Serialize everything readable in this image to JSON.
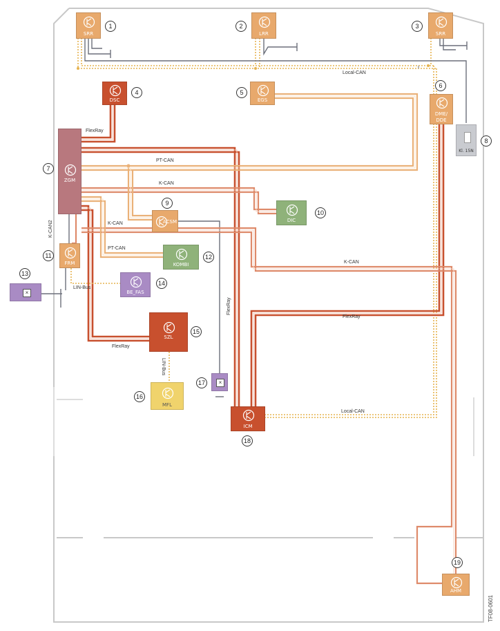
{
  "colors": {
    "orange_light": "#e8a96c",
    "red": "#c8502e",
    "green": "#8fb27a",
    "purple": "#a98bc4",
    "yellow": "#f0d36c",
    "mauve": "#b8787e",
    "grey": "#c9cbd0"
  },
  "modules": {
    "m1": {
      "label": "SRR"
    },
    "m2": {
      "label": "LRR"
    },
    "m3": {
      "label": "SRR"
    },
    "m4": {
      "label": "DSC"
    },
    "m5": {
      "label": "EGS"
    },
    "m6": {
      "label1": "DME/",
      "label2": "DDE"
    },
    "m7": {
      "label": "ZGM"
    },
    "m8": {
      "label": "Kl. 15N"
    },
    "m9": {
      "label": "ACSM"
    },
    "m10": {
      "label": "DIC"
    },
    "m11": {
      "label": "FRM"
    },
    "m12": {
      "label": "KOMBI"
    },
    "m13": {
      "label": ""
    },
    "m14": {
      "label": "BE_FAS"
    },
    "m15": {
      "label": "SZL"
    },
    "m16": {
      "label": "MFL"
    },
    "m17": {
      "label": ""
    },
    "m18": {
      "label": "ICM"
    },
    "m19": {
      "label": "AHM"
    }
  },
  "numbers": [
    "1",
    "2",
    "3",
    "4",
    "5",
    "6",
    "7",
    "8",
    "9",
    "10",
    "11",
    "12",
    "13",
    "14",
    "15",
    "16",
    "17",
    "18",
    "19"
  ],
  "bus_labels": {
    "local_can_top": "Local-CAN",
    "flexray_zgm": "FlexRay",
    "pt_can_1": "PT-CAN",
    "k_can_1": "K-CAN",
    "k_can2": "K-CAN2",
    "k_can_2": "K-CAN",
    "pt_can_2": "PT-CAN",
    "lin_bus_frm": "LIN-Bus",
    "flexray_vert": "FlexRay",
    "k_can_3": "K-CAN",
    "flexray_mid": "FlexRay",
    "flexray_szl": "FlexRay",
    "lin_bus_szl": "LIN-Bus",
    "local_can_bottom": "Local-CAN"
  },
  "figure_id": "TF08-0601"
}
